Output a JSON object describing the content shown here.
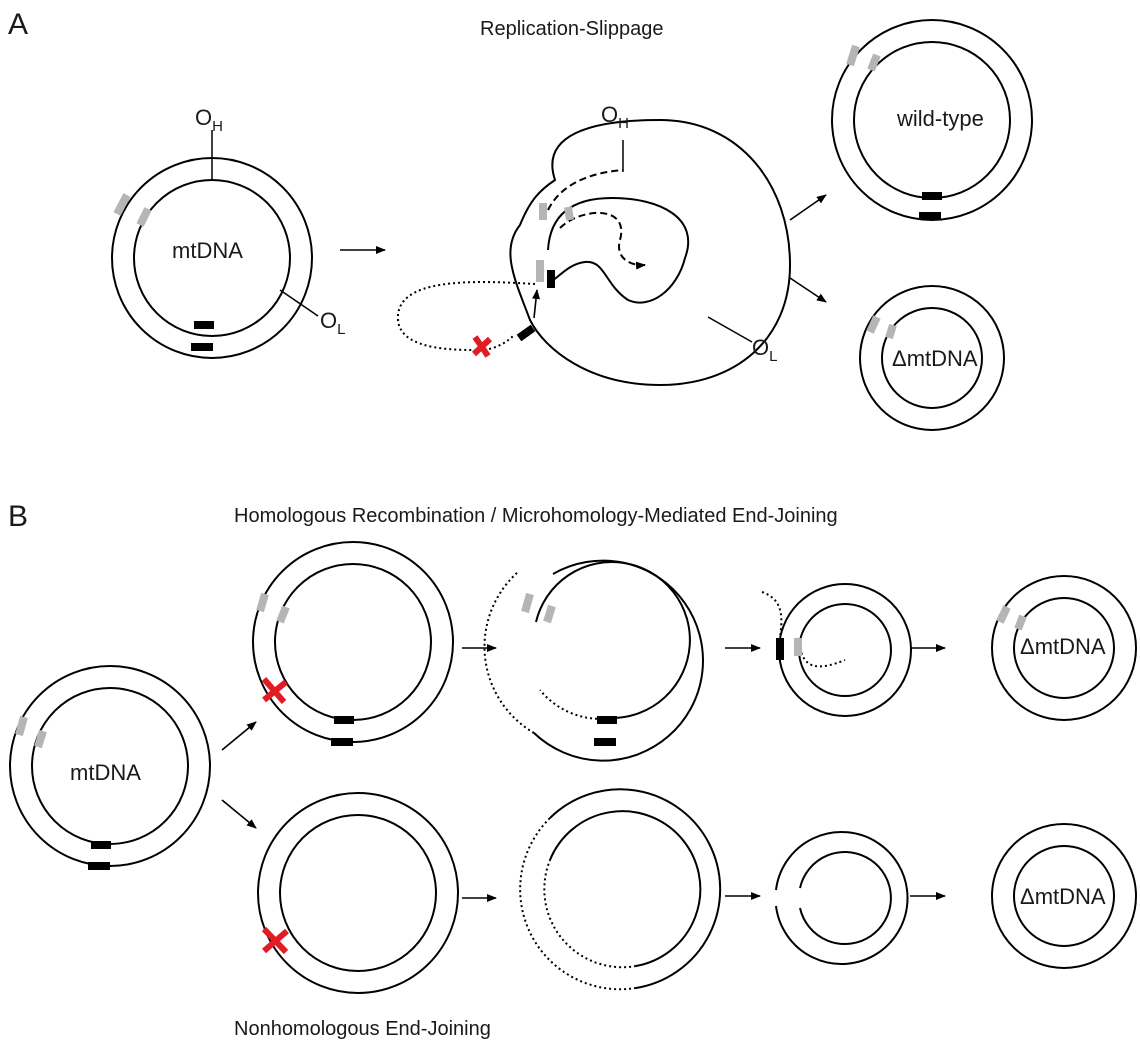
{
  "panels": {
    "a": {
      "letter": "A",
      "title": "Replication-Slippage",
      "origin_h_main": "O",
      "origin_h_sub": "H",
      "origin_l_main": "O",
      "origin_l_sub": "L",
      "mtdna_label": "mtDNA",
      "wildtype_label": "wild-type",
      "deleted_label": "ΔmtDNA"
    },
    "b": {
      "letter": "B",
      "title_top": "Homologous Recombination / Microhomology-Mediated End-Joining",
      "title_bottom": "Nonhomologous End-Joining",
      "mtdna_label": "mtDNA",
      "deleted_label_top": "ΔmtDNA",
      "deleted_label_bottom": "ΔmtDNA"
    }
  },
  "colors": {
    "strand": "#000000",
    "homology_repeat": "#b5b5b5",
    "break_marker": "#e01c24"
  }
}
